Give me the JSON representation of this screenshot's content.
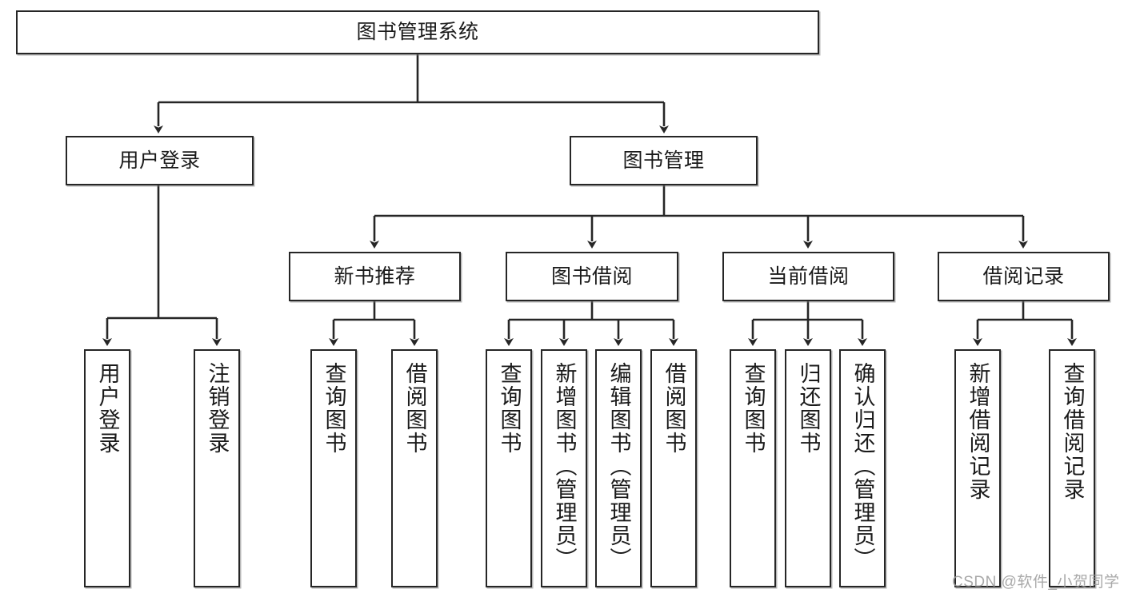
{
  "diagram": {
    "title": "图书管理系统",
    "type": "functional-structure-tree",
    "levels": 4,
    "colors": {
      "stroke": "#262626",
      "fill": "#ffffff",
      "text": "#1a1a1a",
      "watermark": "#9a9a9a"
    }
  },
  "root": {
    "label": "图书管理系统"
  },
  "level2": [
    {
      "id": "user-login",
      "label": "用户登录"
    },
    {
      "id": "book-manage",
      "label": "图书管理"
    }
  ],
  "level3": [
    {
      "id": "new-book-recommend",
      "label": "新书推荐"
    },
    {
      "id": "book-borrow",
      "label": "图书借阅"
    },
    {
      "id": "current-borrow",
      "label": "当前借阅"
    },
    {
      "id": "borrow-record",
      "label": "借阅记录"
    }
  ],
  "leaves": {
    "user_login": [
      {
        "id": "leaf-user-login",
        "label": "用户登录"
      },
      {
        "id": "leaf-logout-login",
        "label": "注销登录"
      }
    ],
    "new_book_recommend": [
      {
        "id": "leaf-query-book-1",
        "label": "查询图书"
      },
      {
        "id": "leaf-borrow-book-1",
        "label": "借阅图书"
      }
    ],
    "book_borrow": [
      {
        "id": "leaf-query-book-2",
        "label": "查询图书"
      },
      {
        "id": "leaf-add-book",
        "label": "新增图书（管理员）"
      },
      {
        "id": "leaf-edit-book",
        "label": "编辑图书（管理员）"
      },
      {
        "id": "leaf-borrow-book-2",
        "label": "借阅图书"
      }
    ],
    "current_borrow": [
      {
        "id": "leaf-query-book-3",
        "label": "查询图书"
      },
      {
        "id": "leaf-return-book",
        "label": "归还图书"
      },
      {
        "id": "leaf-confirm-return",
        "label": "确认归还（管理员）"
      }
    ],
    "borrow_record": [
      {
        "id": "leaf-add-record",
        "label": "新增借阅记录"
      },
      {
        "id": "leaf-query-record",
        "label": "查询借阅记录"
      }
    ]
  },
  "watermark": {
    "text": "CSDN @软件_小贺同学"
  }
}
